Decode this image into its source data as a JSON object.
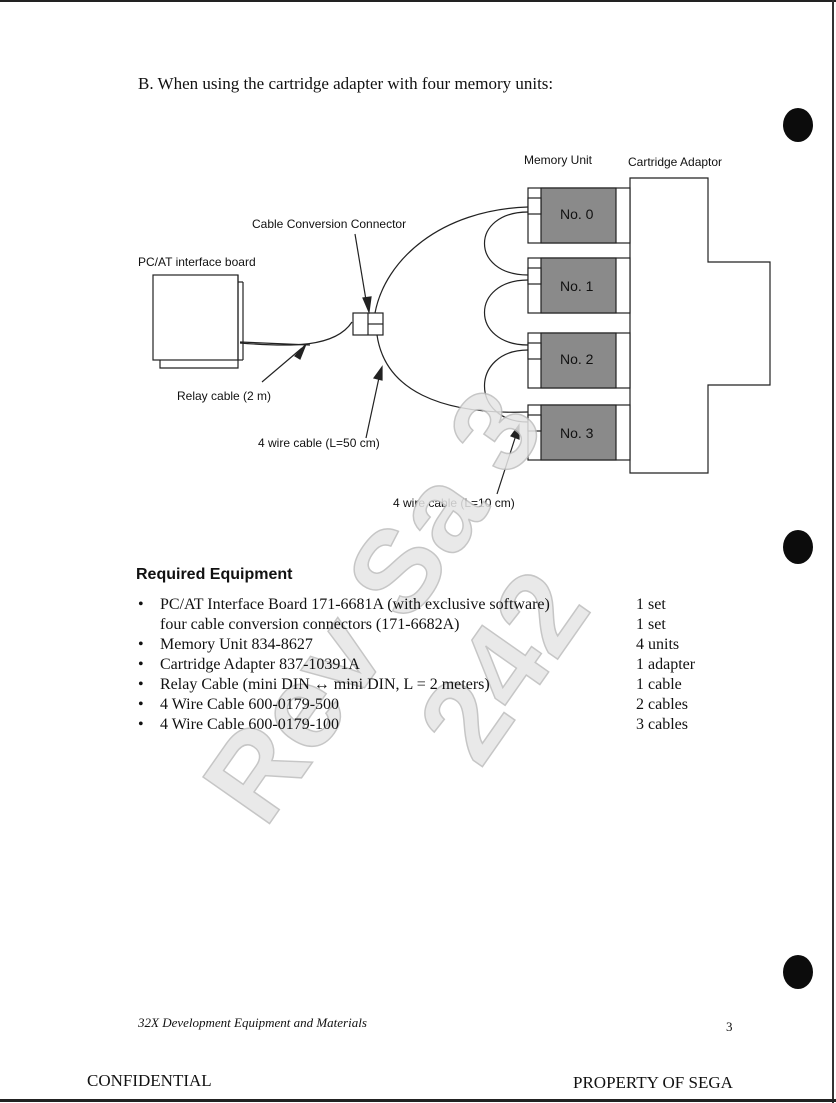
{
  "heading": "B.  When using the cartridge adapter with four memory units:",
  "diagram": {
    "labels": {
      "memory_unit": "Memory Unit",
      "cartridge_adaptor": "Cartridge Adaptor",
      "cable_conversion_connector": "Cable Conversion Connector",
      "pc_at_board": "PC/AT interface board",
      "relay_cable": "Relay cable (2 m)",
      "wire_50": "4 wire cable (L=50 cm)",
      "wire_10": "4 wire cable (L=10 cm)"
    },
    "channels": [
      "No. 0",
      "No. 1",
      "No. 2",
      "No. 3"
    ],
    "colors": {
      "channel_fill": "#8a8a8a",
      "line": "#222222"
    }
  },
  "required": {
    "title": "Required Equipment",
    "bullet": "•",
    "items": [
      {
        "text": "PC/AT Interface Board  171-6681A  (with exclusive software)",
        "qty": "1 set"
      },
      {
        "text": "four cable conversion connectors (171-6682A)",
        "qty": "1 set",
        "continuation": true
      },
      {
        "text": "Memory Unit  834-8627",
        "qty": "4 units"
      },
      {
        "text": "Cartridge Adapter  837-10391A",
        "qty": "1 adapter"
      },
      {
        "text": "Relay Cable (mini DIN ↔ mini DIN, L = 2 meters)",
        "qty": "1 cable"
      },
      {
        "text": "4 Wire Cable  600-0179-500",
        "qty": "2 cables"
      },
      {
        "text": "4 Wire Cable  600-0179-100",
        "qty": "3 cables"
      }
    ]
  },
  "watermark": {
    "line1": "Rev Sa 3",
    "line2": "242",
    "color": "#c9c9c9"
  },
  "footer": {
    "title": "32X Development Equipment and Materials",
    "page_number": "3",
    "left": "CONFIDENTIAL",
    "right": "PROPERTY OF SEGA"
  }
}
